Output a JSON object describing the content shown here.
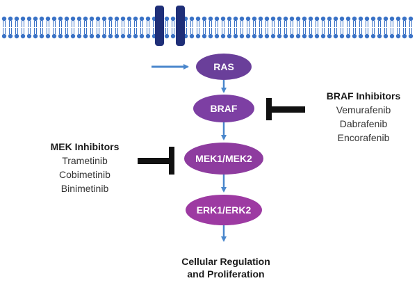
{
  "pathway": {
    "nodes": [
      {
        "id": "ras",
        "label": "RAS",
        "color": "#6a3f9a"
      },
      {
        "id": "braf",
        "label": "BRAF",
        "color": "#7d3fa3"
      },
      {
        "id": "mek",
        "label": "MEK1/MEK2",
        "color": "#8e3c9f"
      },
      {
        "id": "erk",
        "label": "ERK1/ERK2",
        "color": "#9d3aa2"
      }
    ],
    "outcome": {
      "line1": "Cellular Regulation",
      "line2": "and Proliferation"
    }
  },
  "braf_inhibitors": {
    "title": "BRAF Inhibitors",
    "drugs": [
      "Vemurafenib",
      "Dabrafenib",
      "Encorafenib"
    ]
  },
  "mek_inhibitors": {
    "title": "MEK Inhibitors",
    "drugs": [
      "Trametinib",
      "Cobimetinib",
      "Binimetinib"
    ]
  },
  "colors": {
    "membrane": "#3a72c6",
    "receptor": "#1f2f78",
    "arrow": "#4a87cc",
    "inhibitor_bar": "#111111"
  }
}
